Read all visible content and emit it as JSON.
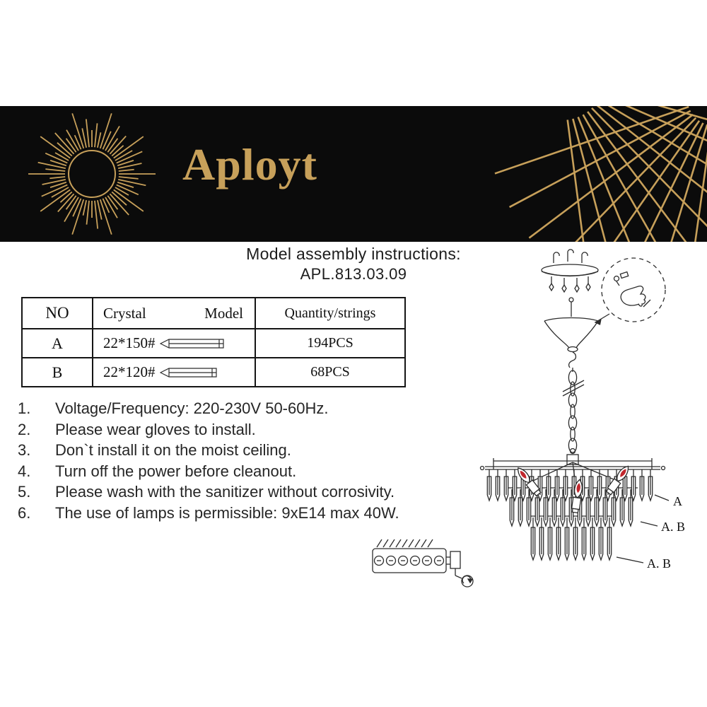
{
  "brand": {
    "name": "Aployt"
  },
  "header": {
    "line1": "Model assembly instructions:",
    "line2": "APL.813.03.09"
  },
  "table": {
    "col_no": "NO",
    "col_crystal": "Crystal",
    "col_model": "Model",
    "col_qty": "Quantity/strings",
    "rows": [
      {
        "no": "A",
        "size": "22*150#",
        "qty": "194PCS"
      },
      {
        "no": "B",
        "size": "22*120#",
        "qty": "68PCS"
      }
    ]
  },
  "instructions": [
    {
      "num": "1.",
      "text": "Voltage/Frequency: 220-230V 50-60Hz."
    },
    {
      "num": "2.",
      "text": "Please wear gloves to install."
    },
    {
      "num": "3.",
      "text": "Don`t install it on the moist ceiling."
    },
    {
      "num": "4.",
      "text": "Turn off the power before cleanout."
    },
    {
      "num": "5.",
      "text": "Please wash with the sanitizer without corrosivity."
    },
    {
      "num": "6.",
      "text": "The use of lamps is permissible: 9xE14 max 40W."
    }
  ],
  "diagram": {
    "label_a": "A",
    "label_ab1": "A. B",
    "label_ab2": "A. B"
  },
  "colors": {
    "gold": "#c7a05a",
    "banner_bg": "#0b0b0b",
    "flame_red": "#c1272d",
    "ink": "#2c2c2c"
  }
}
